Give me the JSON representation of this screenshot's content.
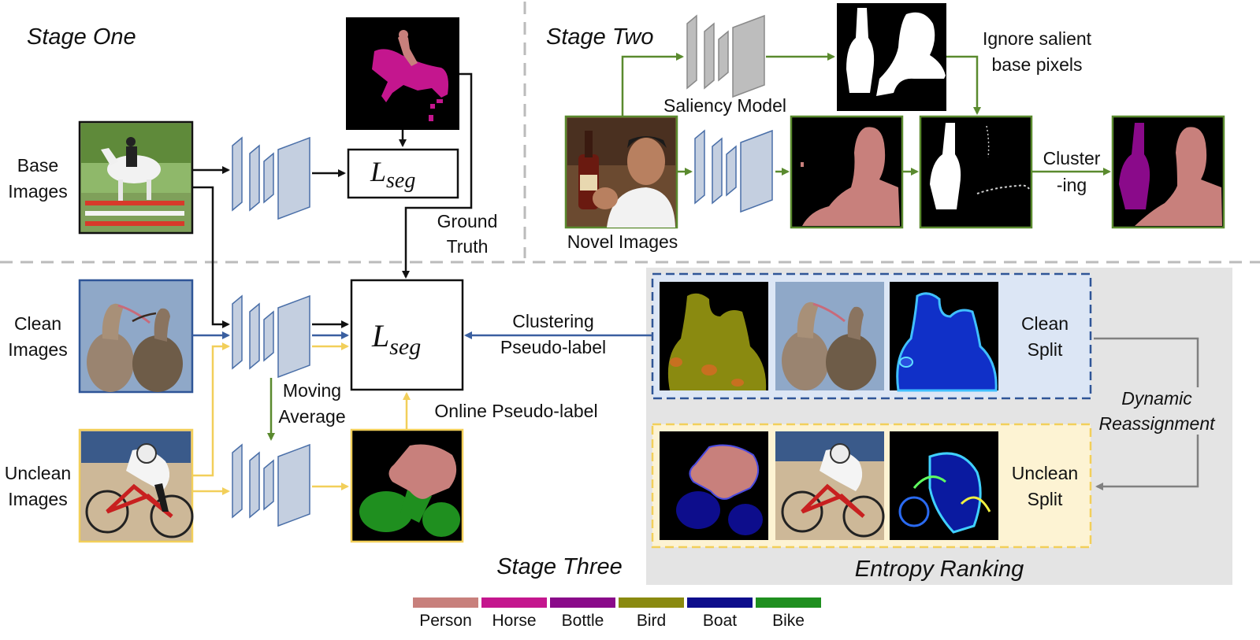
{
  "stage_one": {
    "title": "Stage One",
    "base_images": [
      "Base",
      "Images"
    ],
    "loss_var": "L",
    "loss_sub": "seg",
    "ground_truth": [
      "Ground",
      "Truth"
    ]
  },
  "stage_two": {
    "title": "Stage Two",
    "saliency_model": "Saliency Model",
    "ignore_salient": [
      "Ignore salient",
      "base pixels"
    ],
    "novel_images": "Novel Images",
    "clustering": [
      "Cluster",
      "-ing"
    ]
  },
  "stage_three": {
    "title": "Stage Three",
    "clean_images": [
      "Clean",
      "Images"
    ],
    "unclean_images": [
      "Unclean",
      "Images"
    ],
    "loss_var": "L",
    "loss_sub": "seg",
    "moving_average": [
      "Moving",
      "Average"
    ],
    "online_pseudo_label": "Online Pseudo-label",
    "clustering_pseudo_label": [
      "Clustering",
      "Pseudo-label"
    ],
    "clean_split": [
      "Clean",
      "Split"
    ],
    "unclean_split": [
      "Unclean",
      "Split"
    ],
    "dynamic_reassignment": [
      "Dynamic",
      "Reassignment"
    ],
    "entropy_ranking": "Entropy Ranking"
  },
  "legend": [
    {
      "label": "Person",
      "color": "#c8807c"
    },
    {
      "label": "Horse",
      "color": "#c4168e"
    },
    {
      "label": "Bottle",
      "color": "#8a0a8a"
    },
    {
      "label": "Bird",
      "color": "#8a8a10"
    },
    {
      "label": "Boat",
      "color": "#0d0d8c"
    },
    {
      "label": "Bike",
      "color": "#1f8f1f"
    }
  ],
  "colors": {
    "stage1_arrow": "#111111",
    "stage2_arrow": "#5a8a2e",
    "clean_arrow": "#3a5fa0",
    "unclean_arrow": "#f2cf5a",
    "reassign_arrow": "#808080",
    "entropy_panel_bg": "#e4e4e4",
    "clean_split_bg": "#dce6f5",
    "unclean_split_bg": "#fdf3d3",
    "network_fill": "#c4cfe0",
    "network_stroke": "#4a6fa8",
    "saliency_fill": "#bdbdbd"
  }
}
